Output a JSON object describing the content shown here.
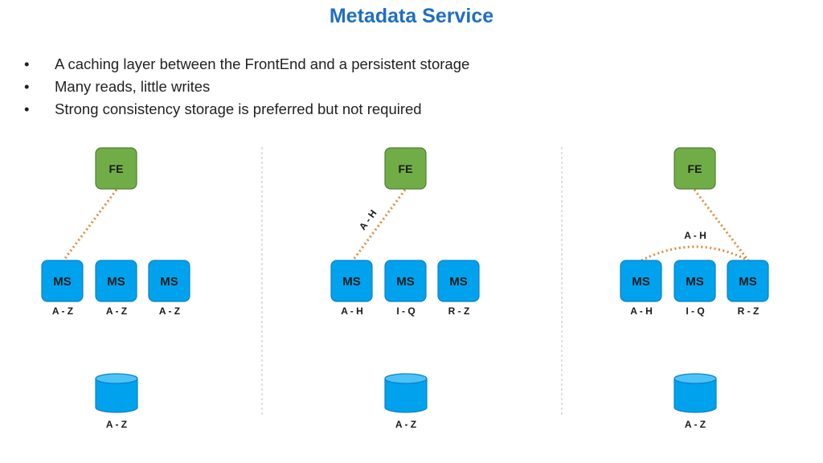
{
  "title": "Metadata Service",
  "bullets": [
    "A caching layer between the FrontEnd and a persistent storage",
    "Many reads, little writes",
    "Strong consistency storage is preferred but not required"
  ],
  "bullet_symbol": "•",
  "panels": [
    {
      "fe_label": "FE",
      "ms": [
        {
          "label": "MS",
          "range": "A - Z"
        },
        {
          "label": "MS",
          "range": "A - Z"
        },
        {
          "label": "MS",
          "range": "A - Z"
        }
      ],
      "db_range": "A - Z",
      "connector_label": ""
    },
    {
      "fe_label": "FE",
      "ms": [
        {
          "label": "MS",
          "range": "A - H"
        },
        {
          "label": "MS",
          "range": "I - Q"
        },
        {
          "label": "MS",
          "range": "R - Z"
        }
      ],
      "db_range": "A - Z",
      "connector_label": "A - H"
    },
    {
      "fe_label": "FE",
      "ms": [
        {
          "label": "MS",
          "range": "A - H"
        },
        {
          "label": "MS",
          "range": "I - Q"
        },
        {
          "label": "MS",
          "range": "R - Z"
        }
      ],
      "db_range": "A - Z",
      "connector_label": "A - H"
    }
  ],
  "colors": {
    "title": "#1f6fbf",
    "fe_fill": "#70ad47",
    "fe_stroke": "#507e32",
    "ms_fill": "#00a2ed",
    "ms_stroke": "#0b80c8",
    "connector": "#e08a3c",
    "divider": "#bfbfbf"
  }
}
